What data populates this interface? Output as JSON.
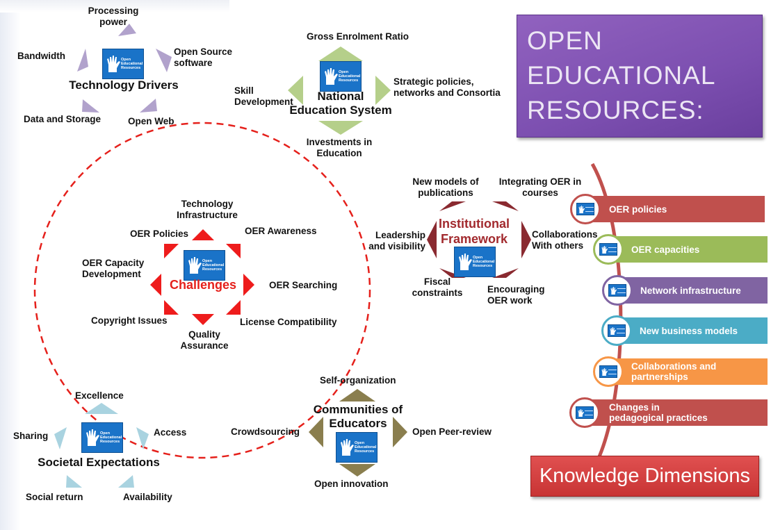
{
  "header": {
    "title_lines": [
      "OPEN",
      "EDUCATIONAL",
      "RESOURCES:"
    ]
  },
  "technology_drivers": {
    "title": "Technology  Drivers",
    "items": [
      "Processing power",
      "Open Source software",
      "Open Web",
      "Data and Storage",
      "Bandwidth"
    ]
  },
  "national_education_system": {
    "title_lines": [
      "National",
      "Education  System"
    ],
    "items": [
      "Gross Enrolment Ratio",
      "Strategic policies, networks and Consortia",
      "Investments in Education",
      "Skill Development"
    ]
  },
  "challenges": {
    "title": "Challenges",
    "items": [
      "Technology Infrastructure",
      "OER Awareness",
      "OER Searching",
      "License Compatibility",
      "Quality Assurance",
      "Copyright Issues",
      "OER Capacity Development",
      "OER Policies"
    ]
  },
  "institutional_framework": {
    "title_lines": [
      "Institutional",
      "Framework"
    ],
    "items": [
      "New models of publications",
      "Integrating OER in courses",
      "Collaborations With others",
      "Encouraging OER work",
      "Fiscal constraints",
      "Leadership and visibility"
    ]
  },
  "communities_of_educators": {
    "title_lines": [
      "Communities of",
      "Educators"
    ],
    "items": [
      "Self-organization",
      "Open Peer-review",
      "Open innovation",
      "Crowdsourcing"
    ]
  },
  "societal_expectations": {
    "title": "Societal Expectations",
    "items": [
      "Excellence",
      "Access",
      "Availability",
      "Social return",
      "Sharing"
    ]
  },
  "knowledge_dimensions": {
    "title": "Knowledge Dimensions",
    "items": [
      {
        "label": "OER policies",
        "color": "#c0504d"
      },
      {
        "label": "OER capacities",
        "color": "#9bbb59"
      },
      {
        "label": "Network infrastructure",
        "color": "#8064a2"
      },
      {
        "label": "New business models",
        "color": "#4bacc6"
      },
      {
        "label": "Collaborations and partnerships",
        "color": "#f79646"
      },
      {
        "label": "Changes in pedagogical practices",
        "color": "#c0504d"
      }
    ]
  },
  "logo": {
    "lines": [
      "Open",
      "Educational",
      "Resources"
    ]
  },
  "colors": {
    "tech_arrows": "#b1a2cc",
    "nes_arrows": "#b5cf8a",
    "challenge_arrows": "#ee1c1c",
    "inst_arrows": "#8a2a30",
    "comm_arrows": "#8a7e4e",
    "soc_arrows": "#a9d3e0",
    "dashed_circle": "#e5201b"
  }
}
